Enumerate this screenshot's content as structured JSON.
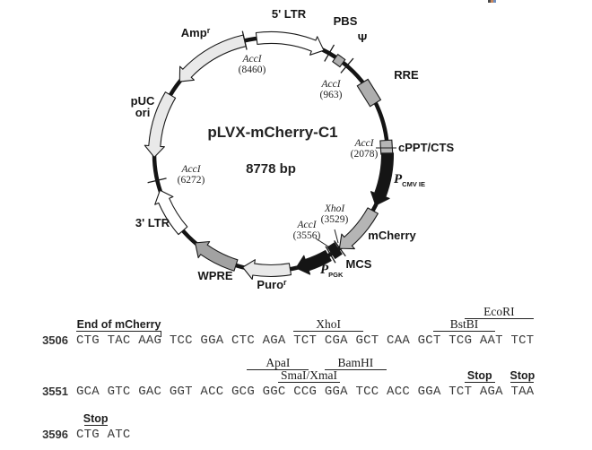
{
  "plasmid": {
    "title": "pLVX-mCherry-C1",
    "size_label": "8778 bp",
    "backbone_color": "#141414",
    "features": [
      {
        "id": "ltr5",
        "label": "5' LTR",
        "type": "arrow",
        "start": 353,
        "end": 27,
        "dir": "cw",
        "fill": "#ffffff"
      },
      {
        "id": "pbs",
        "label": "PBS",
        "type": "tick",
        "angle": 30
      },
      {
        "id": "psi",
        "label": "Ψ",
        "type": "box",
        "angle": 36,
        "len": 10,
        "wid": 10,
        "fill": "#aeaeae"
      },
      {
        "id": "rre",
        "label": "RRE",
        "type": "box",
        "angle": 58,
        "len": 27,
        "wid": 14,
        "fill": "#aeaeae"
      },
      {
        "id": "cppt",
        "label": "cPPT/CTS",
        "type": "box",
        "angle": 86.5,
        "len": 15,
        "wid": 13,
        "fill": "#b5b5b5"
      },
      {
        "id": "pcmv",
        "label": "P",
        "sub": "CMV IE",
        "type": "arrow",
        "start": 89.5,
        "end": 116,
        "dir": "cw",
        "fill": "#151515"
      },
      {
        "id": "mcherry",
        "label": "mCherry",
        "type": "arrow",
        "start": 119,
        "end": 144,
        "dir": "cw",
        "fill": "#b5b5b5"
      },
      {
        "id": "mcs",
        "label": "MCS",
        "type": "box",
        "angle": 146.5,
        "len": 9,
        "wid": 15,
        "fill": "#151515"
      },
      {
        "id": "ppgk",
        "label": "P",
        "sub": "PGK",
        "type": "arrow",
        "start": 150.5,
        "end": 167.5,
        "dir": "cw",
        "fill": "#151515"
      },
      {
        "id": "puro",
        "label": "Puro",
        "sup": "r",
        "type": "arrow",
        "start": 170.5,
        "end": 194,
        "dir": "cw",
        "fill": "#e9e9e9"
      },
      {
        "id": "wpre",
        "label": "WPRE",
        "type": "arrow",
        "start": 197.5,
        "end": 220.5,
        "dir": "cw",
        "fill": "#a2a2a2"
      },
      {
        "id": "ltr3",
        "label": "3' LTR",
        "type": "arrow",
        "start": 229,
        "end": 252,
        "dir": "cw",
        "fill": "#ffffff"
      },
      {
        "id": "puc",
        "label": "pUC",
        "label2": "ori",
        "type": "arrow",
        "start": 268.5,
        "end": 300.5,
        "dir": "ccw",
        "fill": "#e9e9e9"
      },
      {
        "id": "amp",
        "label": "Amp",
        "sup": "r",
        "type": "arrow",
        "start": 308.5,
        "end": 347,
        "dir": "ccw",
        "fill": "#e9e9e9"
      }
    ],
    "sites": [
      {
        "id": "acc8460",
        "name": "AccI",
        "loc": "(8460)",
        "angle": 347,
        "tick": true
      },
      {
        "id": "acc963",
        "name": "AccI",
        "loc": "(963)",
        "angle": 40.7,
        "tick": true
      },
      {
        "id": "acc2078",
        "name": "AccI",
        "loc": "(2078)",
        "angle": 85,
        "tick": false
      },
      {
        "id": "acc6272",
        "name": "AccI",
        "loc": "(6272)",
        "angle": 257,
        "tick": true
      },
      {
        "id": "xho3529",
        "name": "XhoI",
        "loc": "(3529)",
        "angle": 143.8,
        "tick": true
      },
      {
        "id": "acc3556",
        "name": "AccI",
        "loc": "(3556)",
        "angle": 149.3,
        "tick": true
      }
    ]
  },
  "sequence": {
    "rows": [
      {
        "pos": "3506",
        "seq": "CTG TAC AAG TCC GGA CTC AGA TCT CGA GCT CAA GCT TCG AAT TCT",
        "annotations": [
          {
            "label": "End of mCherry",
            "style": "bold",
            "level": 1,
            "from": 0,
            "to": 11,
            "tick": "right"
          },
          {
            "label": "XhoI",
            "style": "serif",
            "level": 1,
            "from": 28,
            "to": 37
          },
          {
            "label": "BstBI",
            "style": "serif",
            "level": 1,
            "from": 46,
            "to": 54
          },
          {
            "label": "EcoRI",
            "style": "serif",
            "level": 2,
            "from": 50,
            "to": 59
          }
        ]
      },
      {
        "pos": "3551",
        "seq": "GCA GTC GAC GGT ACC GCG GGC CCG GGA TCC ACC GGA TCT AGA TAA",
        "annotations": [
          {
            "label": "ApaI",
            "style": "serif",
            "level": 2,
            "from": 22,
            "to": 30
          },
          {
            "label": "SmaI/XmaI",
            "style": "serif",
            "level": 1,
            "from": 26,
            "to": 34
          },
          {
            "label": "BamHI",
            "style": "serif",
            "level": 2,
            "from": 32,
            "to": 40
          },
          {
            "label": "Stop",
            "style": "bold",
            "level": 1,
            "from": 50,
            "to": 54
          },
          {
            "label": "Stop",
            "style": "bold",
            "level": 1,
            "from": 56,
            "to": 59
          }
        ]
      },
      {
        "pos": "3596",
        "seq": "CTG ATC",
        "annotations": [
          {
            "label": "Stop",
            "style": "bold",
            "level": 1,
            "from": 1,
            "to": 4
          }
        ]
      }
    ]
  },
  "artifact_colors": [
    "#4a4a4a",
    "#c8855a",
    "#6f8fbe"
  ]
}
